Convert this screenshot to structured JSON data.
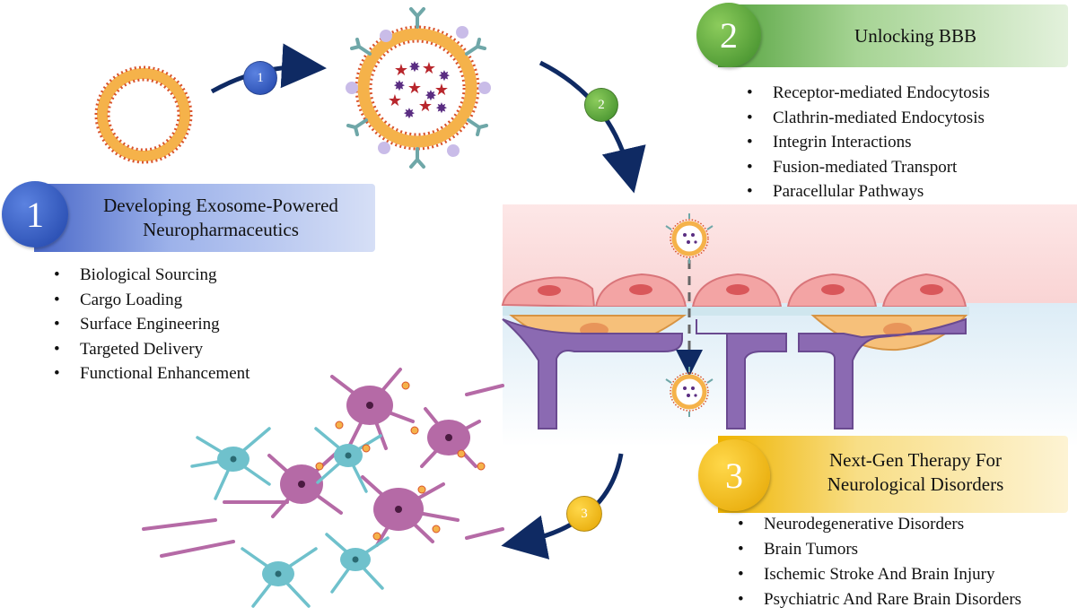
{
  "section_1": {
    "badge": "1",
    "title_line1": "Developing Exosome-Powered",
    "title_line2": "Neuropharmaceutics",
    "items": [
      "Biological Sourcing",
      "Cargo Loading",
      "Surface Engineering",
      "Targeted Delivery",
      "Functional Enhancement"
    ]
  },
  "section_2": {
    "badge": "2",
    "title": "Unlocking BBB",
    "items": [
      "Receptor-mediated Endocytosis",
      "Clathrin-mediated Endocytosis",
      "Integrin Interactions",
      "Fusion-mediated Transport",
      "Paracellular Pathways"
    ]
  },
  "section_3": {
    "badge": "3",
    "title_line1": "Next-Gen Therapy For",
    "title_line2": "Neurological Disorders",
    "items": [
      "Neurodegenerative Disorders",
      "Brain Tumors",
      "Ischemic Stroke And Brain Injury",
      "Psychiatric And Rare Brain Disorders"
    ]
  },
  "steps": [
    "1",
    "2",
    "3"
  ],
  "colors": {
    "blue": "#2a52be",
    "green": "#4d9a34",
    "yellow": "#f2b705",
    "arrow": "#0f2a63",
    "membrane_orange": "#f5b24a",
    "head_red": "#d9532a",
    "endothelium": "#f3a4a4",
    "pericyte": "#f6c07a",
    "astrocyte_foot": "#8b6ab2",
    "neuron_magenta": "#b56aa6",
    "glia_teal": "#6fc1cc"
  },
  "icons": [
    "vesicle-icon",
    "engineered-exosome-icon",
    "bbb-cell-layer-icon",
    "neural-network-icon",
    "curved-arrow-icon"
  ]
}
